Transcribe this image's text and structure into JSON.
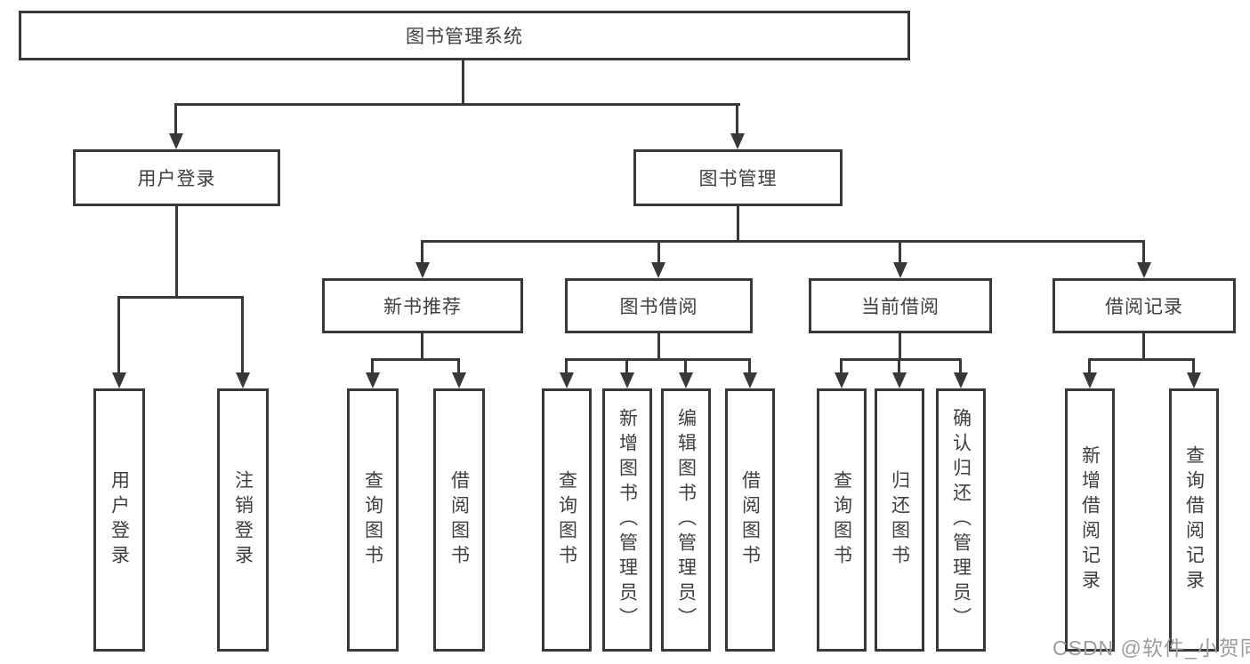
{
  "diagram": {
    "title": "图书管理系统",
    "nodes": {
      "root": "图书管理系统",
      "user_login": "用户登录",
      "book_mgmt": "图书管理",
      "new_book_rec": "新书推荐",
      "book_borrow": "图书借阅",
      "current_borrow": "当前借阅",
      "borrow_records": "借阅记录",
      "leaf_user_login": "用户登录",
      "leaf_logout": "注销登录",
      "leaf_query_books_a": "查询图书",
      "leaf_borrow_books_a": "借阅图书",
      "leaf_query_books_b": "查询图书",
      "leaf_add_books": "新增图书（管理员）",
      "leaf_edit_books": "编辑图书（管理员）",
      "leaf_borrow_books_b": "借阅图书",
      "leaf_query_books_c": "查询图书",
      "leaf_return_books": "归还图书",
      "leaf_confirm_return": "确认归还（管理员）",
      "leaf_add_record": "新增借阅记录",
      "leaf_query_record": "查询借阅记录"
    },
    "watermark": "CSDN @软件_小贺同学",
    "colors": {
      "line": "#383838",
      "text": "#3f3f3f",
      "watermark": "#9c9c9c",
      "background": "#ffffff"
    }
  }
}
